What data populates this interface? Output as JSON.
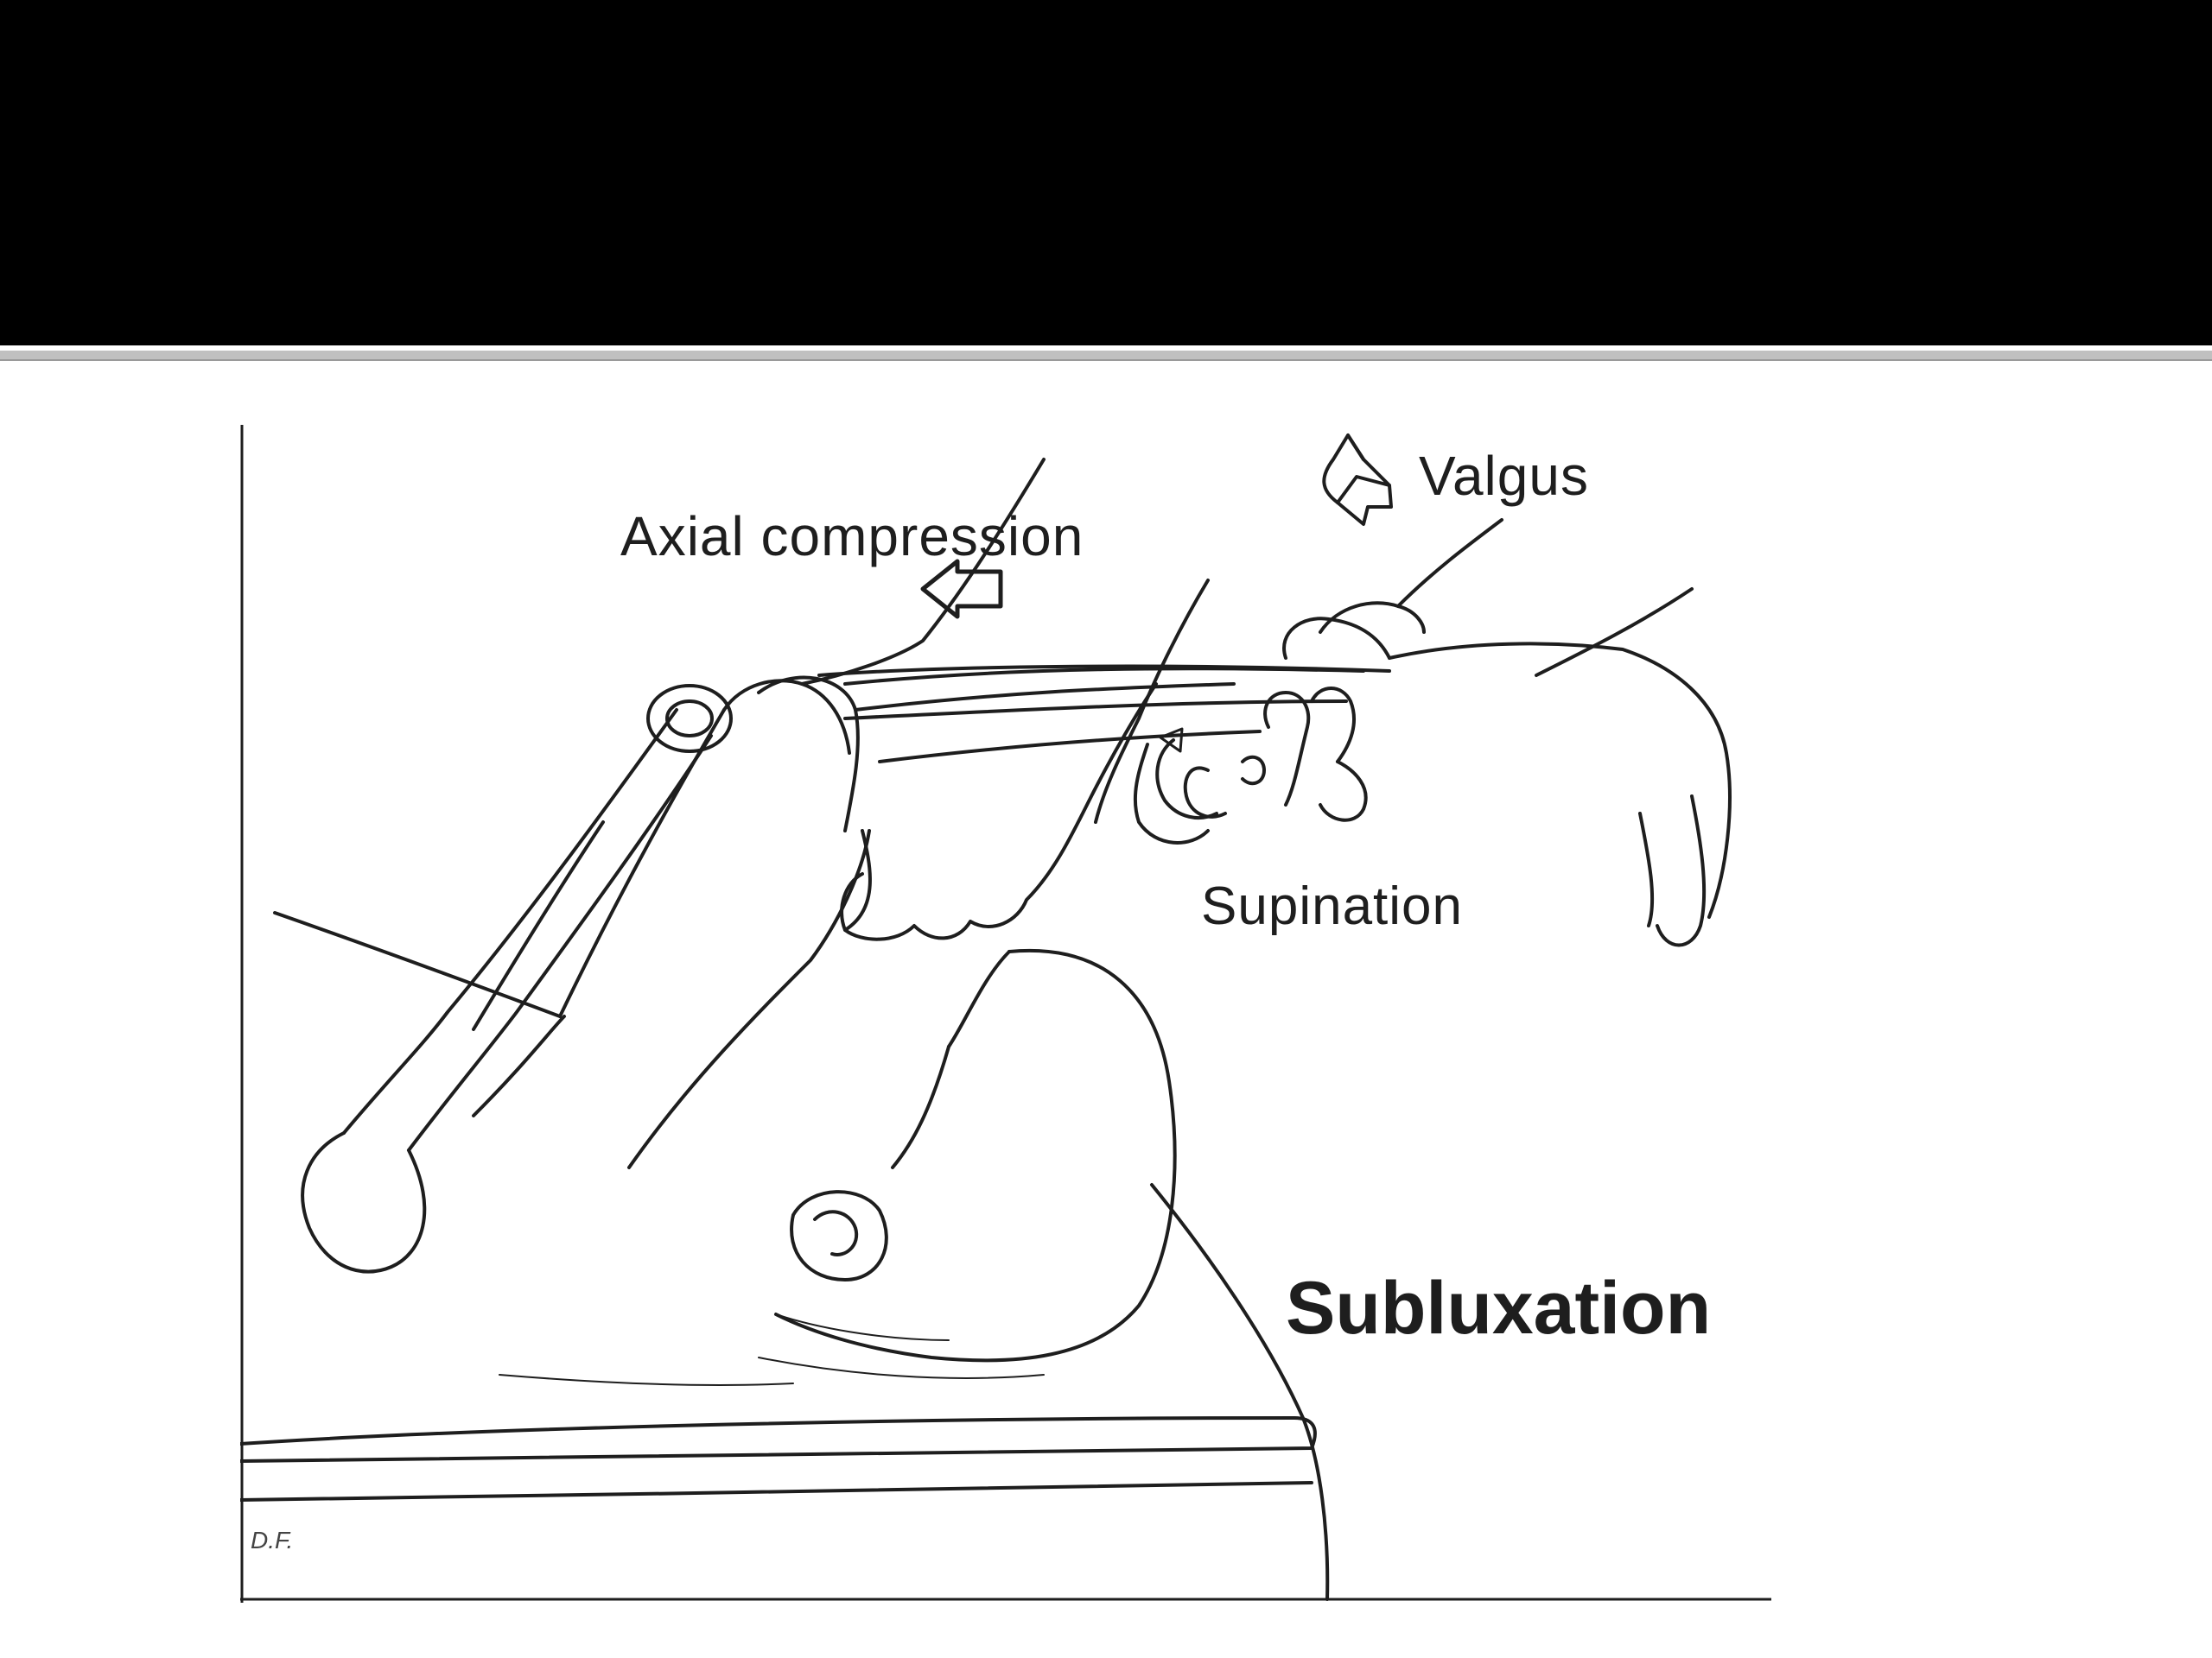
{
  "figure": {
    "labels": {
      "axial_compression": "Axial compression",
      "valgus": "Valgus",
      "supination": "Supination",
      "subluxation": "Subluxation",
      "artist_initials": "D.F."
    },
    "colors": {
      "title_bar": "#000000",
      "ink": "#1e1e1e",
      "background": "#ffffff"
    },
    "icons": [
      "arrow-left-outline-icon",
      "rotation-arrow-icon"
    ]
  }
}
